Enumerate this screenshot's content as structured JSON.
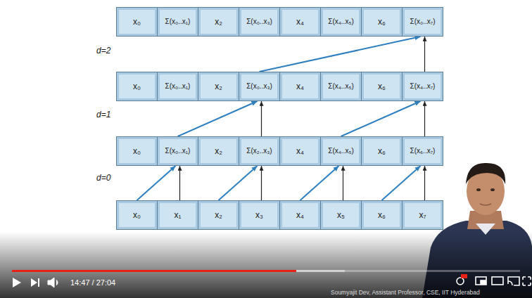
{
  "diagram": {
    "nodes": [
      {
        "text": [
          "x₀"
        ]
      },
      {
        "text": [
          "Σ(x₀..x₁)"
        ]
      },
      {
        "text": [
          "x₂"
        ]
      },
      {
        "text": [
          "Σ(x₀..x₃)"
        ]
      },
      {
        "text": [
          "x₄"
        ]
      },
      {
        "text": [
          "Σ(x₄..x₅)"
        ]
      },
      {
        "text": [
          "x₆"
        ]
      },
      {
        "text": [
          "Σ(x₀..x₇)"
        ]
      },
      {
        "text": [
          "x₀"
        ]
      },
      {
        "text": [
          "Σ(x₀..x₁)"
        ]
      },
      {
        "text": [
          "x₂"
        ]
      },
      {
        "text": [
          "Σ(x₀..x₃)"
        ]
      },
      {
        "text": [
          "x₄"
        ]
      },
      {
        "text": [
          "Σ(x₄..x₅)"
        ]
      },
      {
        "text": [
          "x₆"
        ]
      },
      {
        "text": [
          "Σ(x₄..x₇)"
        ]
      },
      {
        "text": [
          "x₀"
        ]
      },
      {
        "text": [
          "Σ(x₀..x₁)"
        ]
      },
      {
        "text": [
          "x₂"
        ]
      },
      {
        "text": [
          "Σ(x₂..x₃)"
        ]
      },
      {
        "text": [
          "x₄"
        ]
      },
      {
        "text": [
          "Σ(x₄..x₅)"
        ]
      },
      {
        "text": [
          "x₆"
        ]
      },
      {
        "text": [
          "Σ(x₆..x₇)"
        ]
      },
      {
        "text": [
          "x₀"
        ]
      },
      {
        "text": [
          "x₁"
        ]
      },
      {
        "text": [
          "x₂"
        ]
      },
      {
        "text": [
          "x₃"
        ]
      },
      {
        "text": [
          "x₄"
        ]
      },
      {
        "text": [
          "x₅"
        ]
      },
      {
        "text": [
          "x₆"
        ]
      },
      {
        "text": [
          "x₇"
        ]
      }
    ],
    "edges": [
      {
        "from": 24,
        "to": 17,
        "arrow": "to"
      },
      {
        "from": 25,
        "to": 17,
        "arrow": "to"
      },
      {
        "from": 26,
        "to": 19,
        "arrow": "to"
      },
      {
        "from": 27,
        "to": 19,
        "arrow": "to"
      },
      {
        "from": 28,
        "to": 21,
        "arrow": "to"
      },
      {
        "from": 29,
        "to": 21,
        "arrow": "to"
      },
      {
        "from": 30,
        "to": 23,
        "arrow": "to"
      },
      {
        "from": 31,
        "to": 23,
        "arrow": "to"
      },
      {
        "from": 17,
        "to": 11,
        "arrow": "to"
      },
      {
        "from": 19,
        "to": 11,
        "arrow": "to"
      },
      {
        "from": 21,
        "to": 15,
        "arrow": "to"
      },
      {
        "from": 23,
        "to": 15,
        "arrow": "to"
      },
      {
        "from": 11,
        "to": 7,
        "arrow": "to"
      },
      {
        "from": 15,
        "to": 7,
        "arrow": "to"
      }
    ],
    "labels": [
      "d=2",
      "d=1",
      "d=0",
      "14:47 / 27:04",
      "Soumyajit Dev, Assistant Professor, CSE, IIT Hyderabad"
    ]
  }
}
